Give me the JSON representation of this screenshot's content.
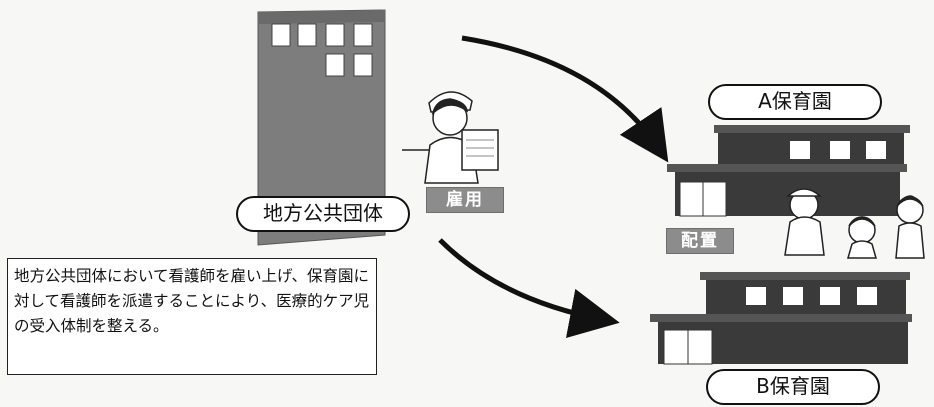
{
  "labels": {
    "local_gov": "地方公共団体",
    "employ": "雇用",
    "assign": "配置",
    "nursery_a": "A保育園",
    "nursery_b": "B保育園"
  },
  "description": "地方公共団体において看護師を雇い上げ、保育園に対して看護師を派遣することにより、医療的ケア児の受入体制を整える。",
  "colors": {
    "tag_bg": "#8c8c8c",
    "building_dark": "#3a3a3a",
    "office_building": "#7a7a7a"
  },
  "icons": {
    "office": "office-building-icon",
    "nurse": "nurse-icon",
    "nursery": "nursery-building-icon",
    "children": "children-icon"
  }
}
